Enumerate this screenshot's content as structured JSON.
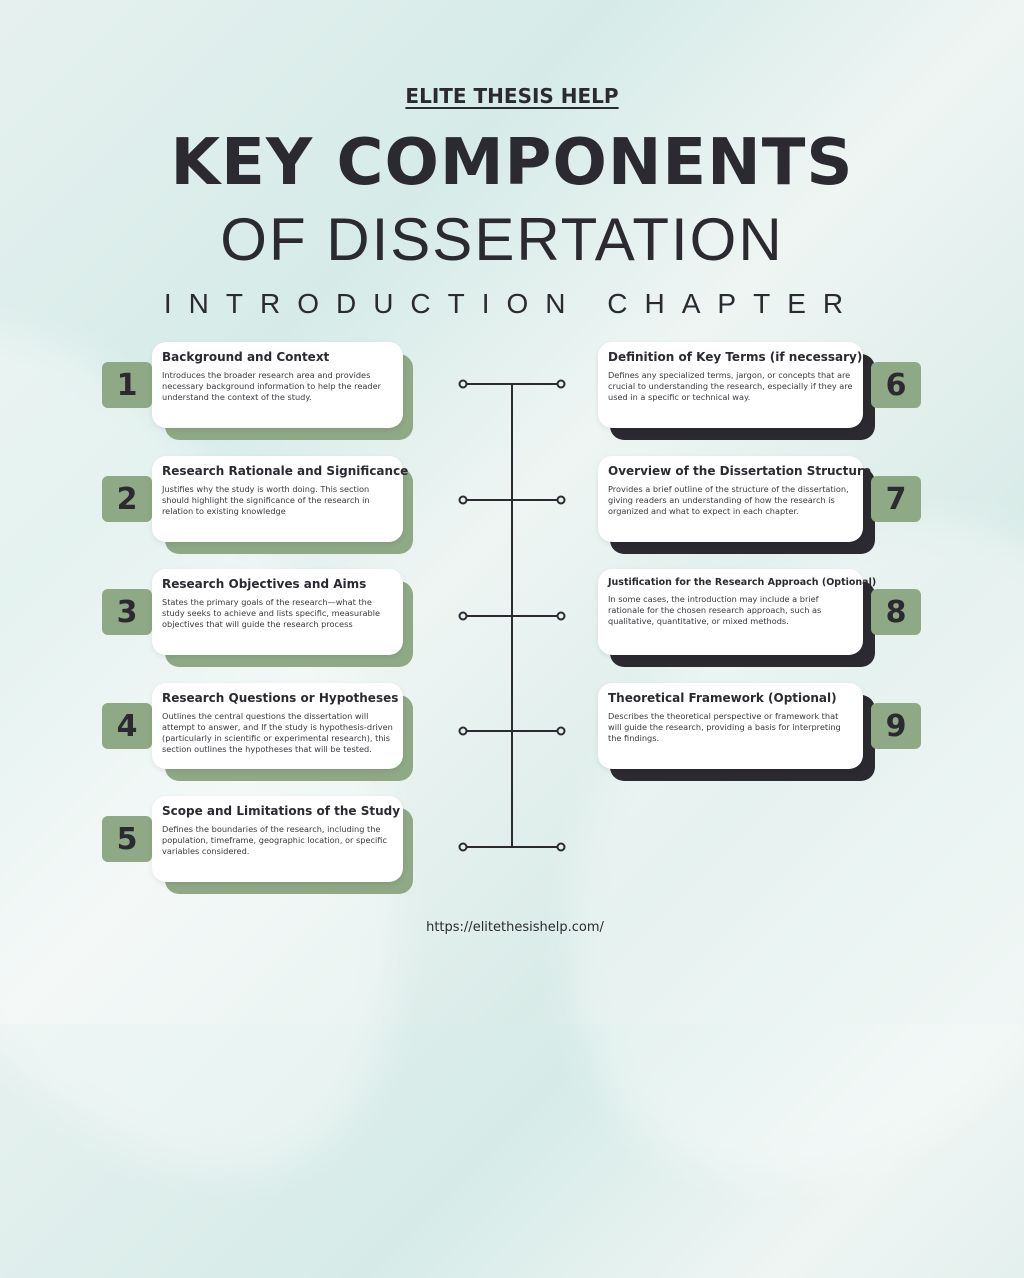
{
  "brand": "ELITE THESIS HELP",
  "title_line1": "KEY COMPONENTS",
  "title_line2": "OF DISSERTATION",
  "subtitle": "INTRODUCTION CHAPTER",
  "colors": {
    "green": "#8fa886",
    "dark": "#2b2a30",
    "background": "#dfeeed"
  },
  "left_items": [
    {
      "number": "1",
      "title": "Background and Context",
      "text": "Introduces the broader research area and provides necessary background information to help the reader understand the context of the study."
    },
    {
      "number": "2",
      "title": "Research Rationale and Significance",
      "text": "Justifies why the study is worth doing. This section should highlight the significance of the research in relation to existing knowledge"
    },
    {
      "number": "3",
      "title": "Research Objectives and Aims",
      "text": "States the primary goals of the research—what the study seeks to achieve and lists specific, measurable objectives that will guide the research process"
    },
    {
      "number": "4",
      "title": "Research Questions or Hypotheses",
      "text": "Outlines the central questions the dissertation will attempt to answer, and If the study is hypothesis-driven (particularly in scientific or experimental research), this section outlines the hypotheses that will be tested."
    },
    {
      "number": "5",
      "title": "Scope and Limitations of the Study",
      "text": "Defines the boundaries of the research, including the population, timeframe, geographic location, or specific variables considered."
    }
  ],
  "right_items": [
    {
      "number": "6",
      "title": "Definition of Key Terms (if necessary)",
      "text": "Defines any specialized terms, jargon, or concepts that are crucial to understanding the research, especially if they are used in a specific or technical way."
    },
    {
      "number": "7",
      "title": "Overview of the Dissertation Structure",
      "text": "Provides a brief outline of the structure of the dissertation, giving readers an understanding of how the research is organized and what to expect in each chapter."
    },
    {
      "number": "8",
      "title": "Justification for the Research Approach (Optional)",
      "text": "In some cases, the introduction may include a brief rationale for the chosen research approach, such as qualitative, quantitative, or mixed methods."
    },
    {
      "number": "9",
      "title": "Theoretical Framework (Optional)",
      "text": "Describes the theoretical perspective or framework that will guide the research, providing a basis for interpreting the findings."
    }
  ],
  "url": "https://elitethesishelp.com/"
}
